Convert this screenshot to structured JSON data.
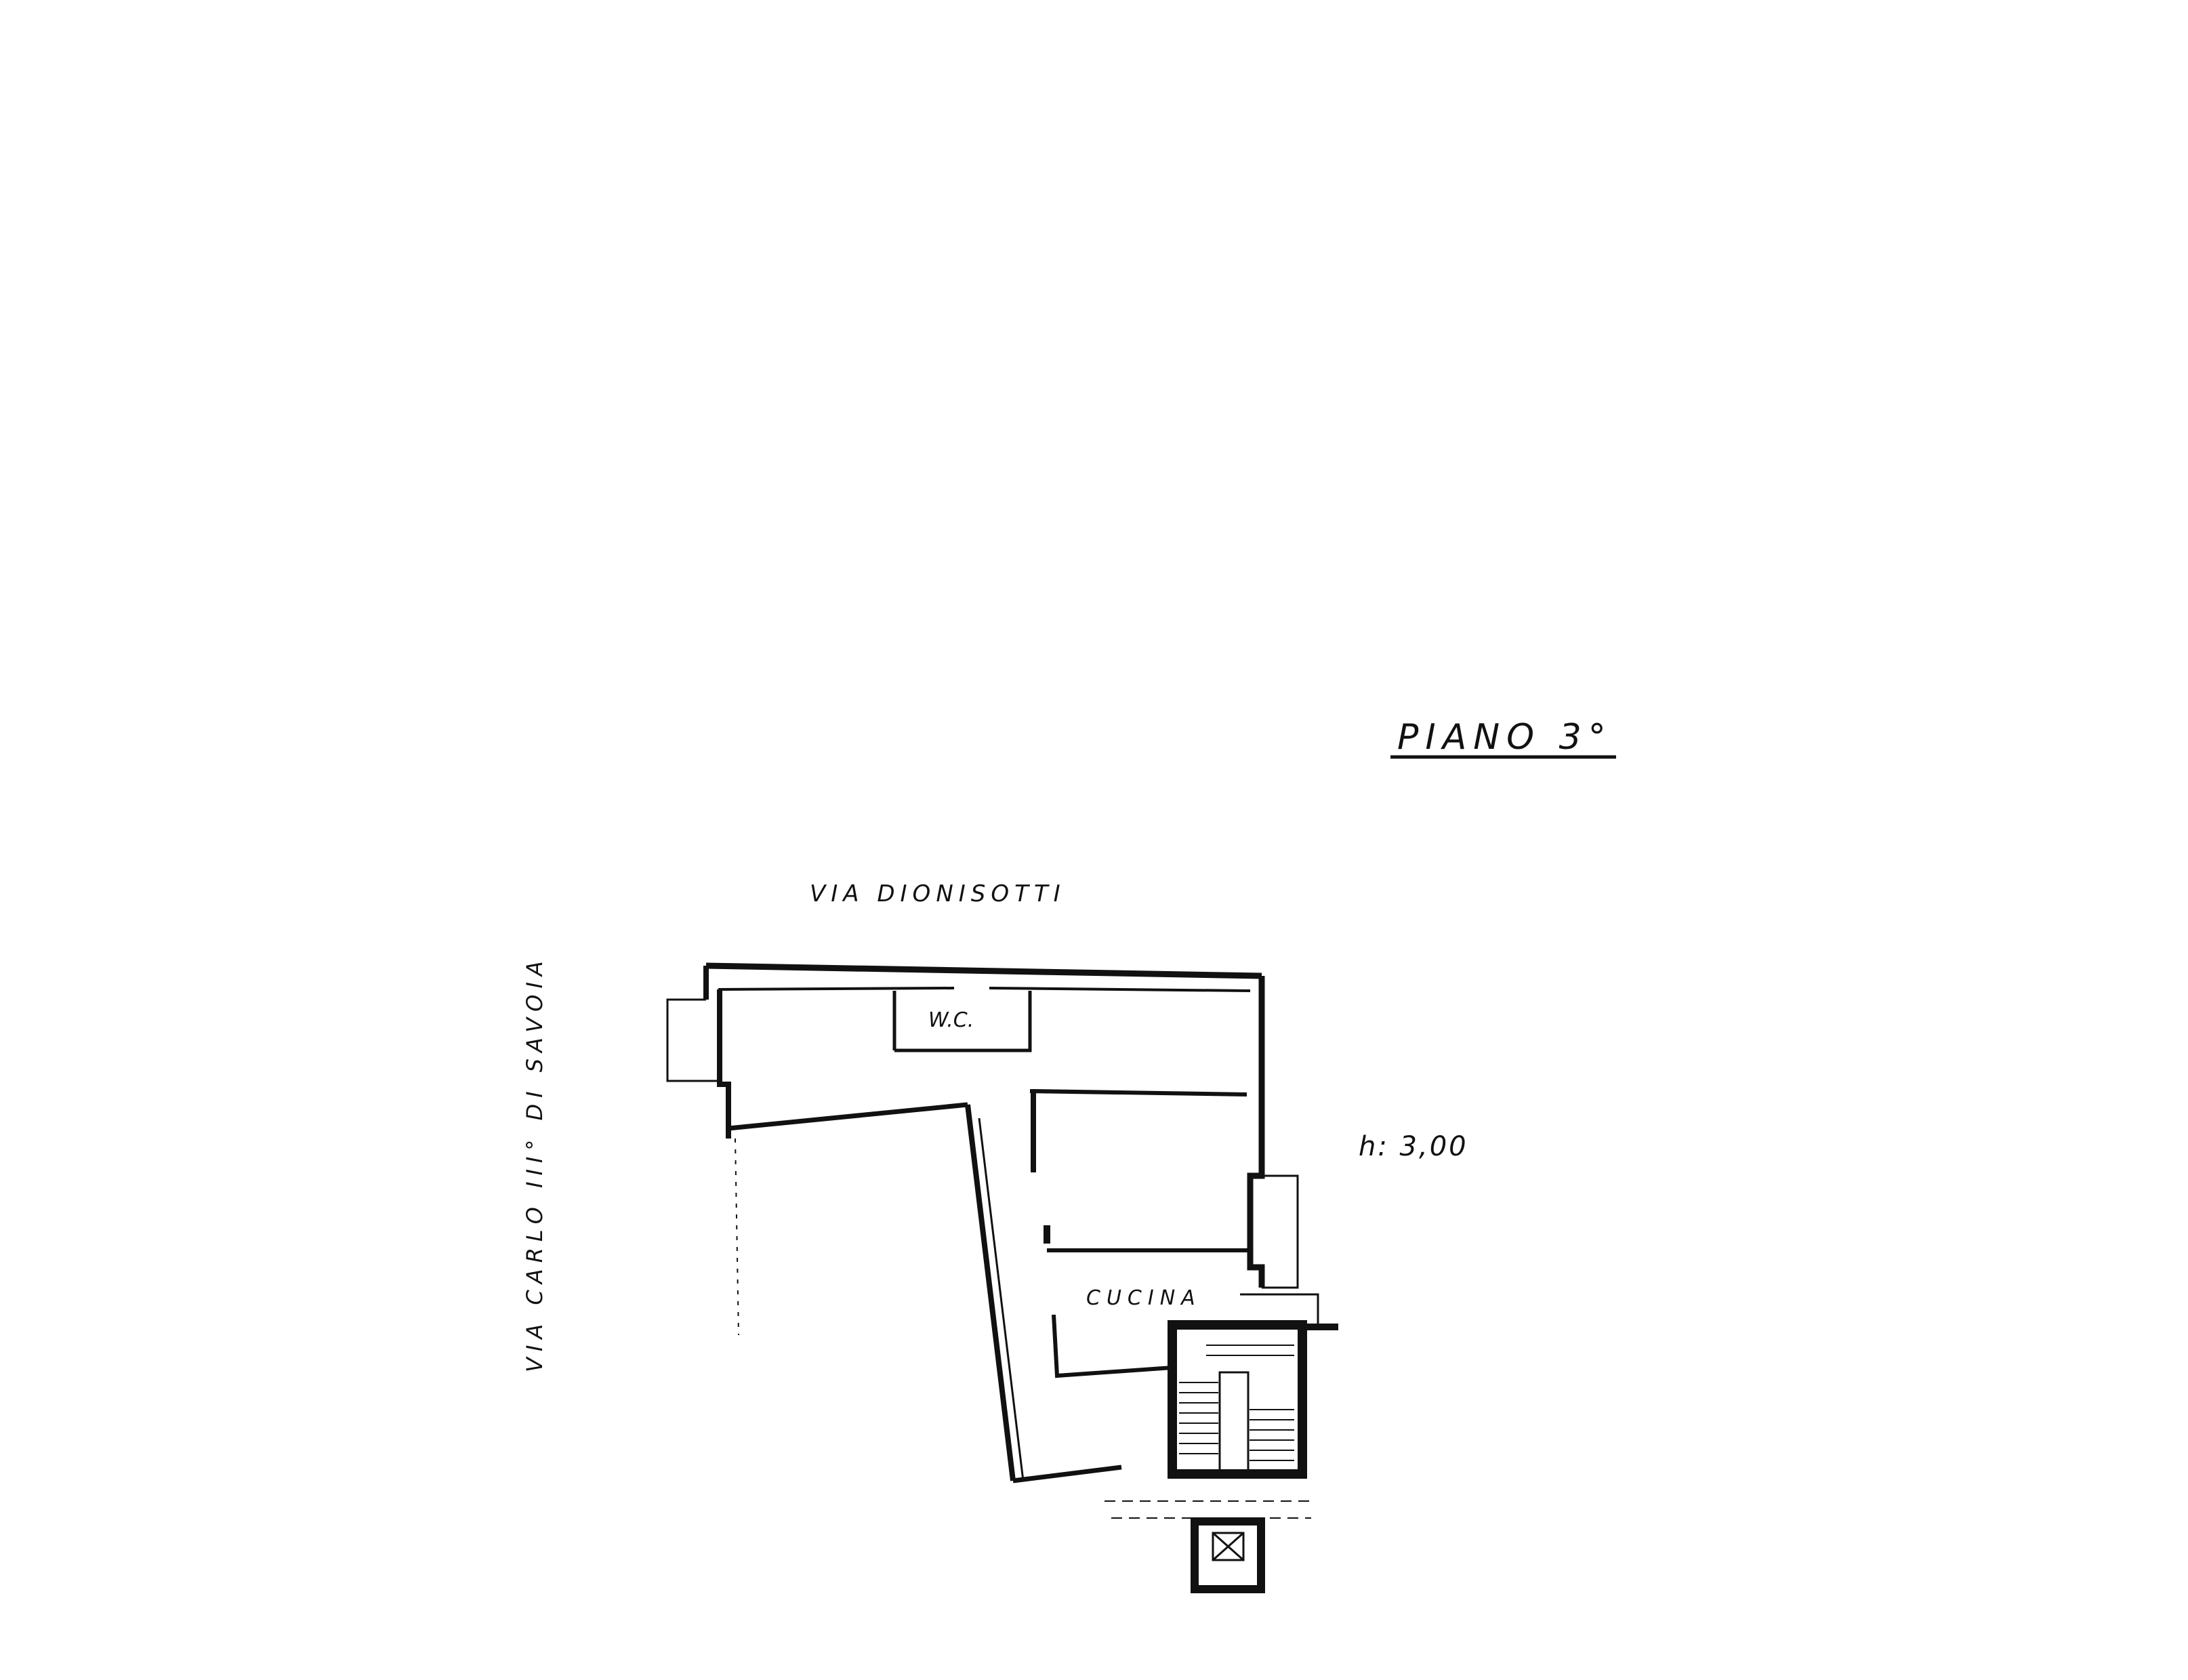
{
  "plan": {
    "title": "PIANO 3°",
    "height_note": "h: 3,00",
    "street_top": "VIA DIONISOTTI",
    "street_left": "VIA CARLO III° DI SAVOIA",
    "rooms": {
      "wc": "W.C.",
      "kitchen": "CUCINA"
    }
  },
  "colors": {
    "ink": "#111111",
    "paper": "#ffffff"
  }
}
